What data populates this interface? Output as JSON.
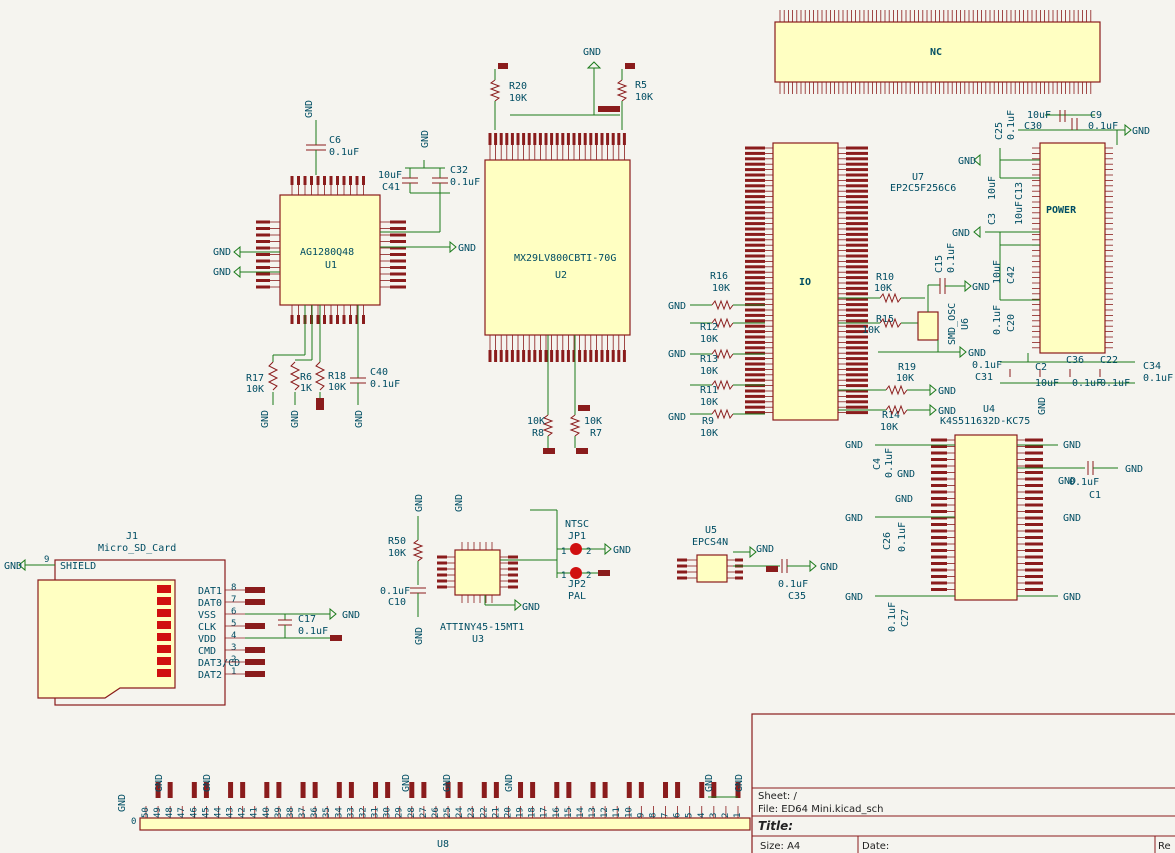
{
  "labels": {
    "gnd": "GND",
    "nc": "NC",
    "u1_part": "AG1280Q48",
    "u1_ref": "U1",
    "u2_part": "MX29LV800CBTI-70G",
    "u2_ref": "U2",
    "u7_ref": "U7",
    "u7_part": "EP2C5F256C6",
    "io": "IO",
    "power": "POWER",
    "u4_ref": "U4",
    "u4_part": "K4S511632D-KC75",
    "u3_part": "ATTINY45-15MT1",
    "u3_ref": "U3",
    "u5_ref": "U5",
    "u5_part": "EPCS4N",
    "u6_part": "SMD_OSC",
    "u6_ref": "U6",
    "j1_ref": "J1",
    "j1_part": "Micro_SD_Card",
    "shield": "SHIELD",
    "ntsc": "NTSC",
    "pal": "PAL",
    "jp1": "JP1",
    "jp2": "JP2",
    "u8": "U8"
  },
  "components": {
    "r20": "R20",
    "r20v": "10K",
    "r5": "R5",
    "r5v": "10K",
    "c6": "C6",
    "c6v": "0.1uF",
    "c41": "C41",
    "c41v": "10uF",
    "c32": "C32",
    "c32v": "0.1uF",
    "r17": "R17",
    "r17v": "10K",
    "r6": "R6",
    "r6v": "1K",
    "r18": "R18",
    "r18v": "10K",
    "c40": "C40",
    "c40v": "0.1uF",
    "r8": "R8",
    "r8v": "10K",
    "r7": "R7",
    "r7v": "10K",
    "r16": "R16",
    "r16v": "10K",
    "r12": "R12",
    "r12v": "10K",
    "r13": "R13",
    "r13v": "10K",
    "r11": "R11",
    "r11v": "10K",
    "r9": "R9",
    "r9v": "10K",
    "r10": "R10",
    "r10v": "10K",
    "r15": "R15",
    "r15v": "10K",
    "r19": "R19",
    "r19v": "10K",
    "r14": "R14",
    "r14v": "10K",
    "c15": "C15",
    "c15v": "0.1uF",
    "c25": "C25",
    "c25v": "0.1uF",
    "c30": "C30",
    "c30v": "10uF",
    "c9": "C9",
    "c9v": "0.1uF",
    "c13": "C13",
    "c13v": "10uF",
    "c3": "C3",
    "c3v": "10uF",
    "c42": "C42",
    "c42v": "10uF",
    "c20": "C20",
    "c20v": "0.1uF",
    "c31": "C31",
    "c31v": "0.1uF",
    "c2": "C2",
    "c2v": "10uF",
    "c36": "C36",
    "c36v": "0.1uF",
    "c22": "C22",
    "c22v": "0.1uF",
    "c34": "C34",
    "c34v": "0.1uF",
    "c4": "C4",
    "c4v": "0.1uF",
    "c1": "C1",
    "c1v": "0.1uF",
    "c26": "C26",
    "c26v": "0.1uF",
    "c27": "C27",
    "c27v": "0.1uF",
    "r50": "R50",
    "r50v": "10K",
    "c10": "C10",
    "c10v": "0.1uF",
    "c17": "C17",
    "c17v": "0.1uF",
    "c35": "C35",
    "c35v": "0.1uF"
  },
  "sd_pins": [
    {
      "name": "DAT1",
      "num": "8"
    },
    {
      "name": "DAT0",
      "num": "7"
    },
    {
      "name": "VSS",
      "num": "6"
    },
    {
      "name": "CLK",
      "num": "5"
    },
    {
      "name": "VDD",
      "num": "4"
    },
    {
      "name": "CMD",
      "num": "3"
    },
    {
      "name": "DAT3/CD",
      "num": "2"
    },
    {
      "name": "DAT2",
      "num": "1"
    }
  ],
  "shield_pin": "9",
  "connector_pins": [
    "50",
    "49",
    "48",
    "47",
    "46",
    "45",
    "44",
    "43",
    "42",
    "41",
    "40",
    "39",
    "38",
    "37",
    "36",
    "35",
    "34",
    "33",
    "32",
    "31",
    "30",
    "29",
    "28",
    "27",
    "26",
    "25",
    "24",
    "23",
    "22",
    "21",
    "20",
    "19",
    "18",
    "17",
    "16",
    "15",
    "14",
    "13",
    "12",
    "11",
    "10",
    "9",
    "8",
    "7",
    "6",
    "5",
    "4",
    "3",
    "2",
    "1"
  ],
  "connector_zero": "0",
  "jumper_pins": {
    "a": "1",
    "b": "2"
  },
  "title_block": {
    "sheet": "Sheet: /",
    "file": "File: ED64 Mini.kicad_sch",
    "title": "Title:",
    "size": "Size: A4",
    "date": "Date:",
    "rev": "Re"
  }
}
